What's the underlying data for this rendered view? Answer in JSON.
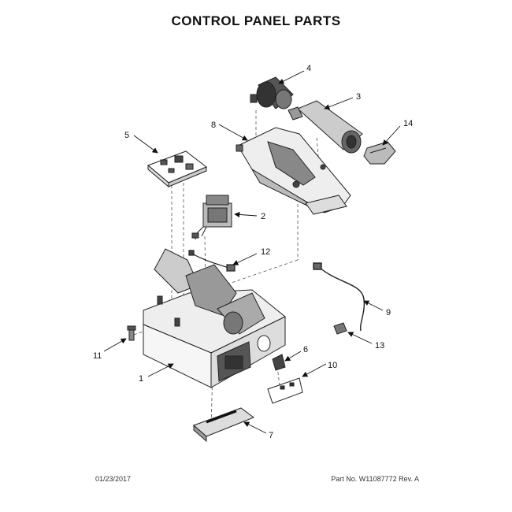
{
  "title": "CONTROL PANEL PARTS",
  "footer": {
    "date": "01/23/2017",
    "part_label": "Part No. W11087772 Rev. A"
  },
  "callouts": [
    {
      "num": "1"
    },
    {
      "num": "2"
    },
    {
      "num": "3"
    },
    {
      "num": "4"
    },
    {
      "num": "5"
    },
    {
      "num": "6"
    },
    {
      "num": "7"
    },
    {
      "num": "8"
    },
    {
      "num": "9"
    },
    {
      "num": "10"
    },
    {
      "num": "11"
    },
    {
      "num": "12"
    },
    {
      "num": "13"
    },
    {
      "num": "14"
    }
  ]
}
